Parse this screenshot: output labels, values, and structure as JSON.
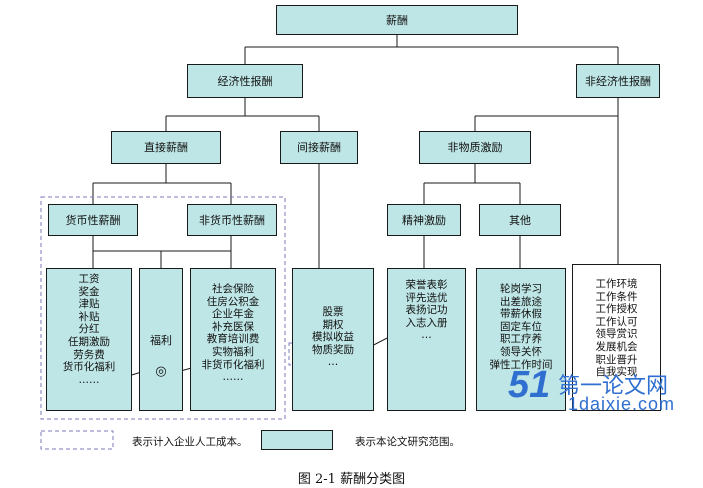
{
  "nodes": {
    "root": "薪酬",
    "economic": "经济性报酬",
    "non_economic": "非经济性报酬",
    "direct": "直接薪酬",
    "indirect": "间接薪酬",
    "non_material": "非物质激励",
    "monetary": "货币性薪酬",
    "non_monetary": "非货币性薪酬",
    "spiritual": "精神激励",
    "other": "其他"
  },
  "leaves": {
    "monetary_items": [
      "工资",
      "奖金",
      "津贴",
      "补贴",
      "分红",
      "任期激励",
      "劳务费",
      "货币化福利",
      "……"
    ],
    "welfare_label": "福利",
    "welfare_symbol": "◎",
    "non_monetary_items": [
      "社会保险",
      "住房公积金",
      "企业年金",
      "补充医保",
      "教育培训费",
      "实物福利",
      "非货币化福利",
      "……"
    ],
    "indirect_items": [
      "股票",
      "期权",
      "模拟收益",
      "物质奖励",
      "…"
    ],
    "spiritual_items": [
      "荣誉表彰",
      "评先选优",
      "表扬记功",
      "入志入册",
      "…"
    ],
    "other_items": [
      "轮岗学习",
      "出差旅途",
      "带薪休假",
      "固定车位",
      "职工疗养",
      "领导关怀",
      "弹性工作时间"
    ],
    "non_economic_items": [
      "工作环境",
      "工作条件",
      "工作授权",
      "工作认可",
      "领导赏识",
      "发展机会",
      "职业晋升",
      "自我实现"
    ]
  },
  "legend": {
    "dashed_text": "表示计入企业人工成本。",
    "solid_text": "表示本论文研究范围。"
  },
  "caption": "图 2-1  薪酬分类图",
  "watermark": {
    "cn": "第一论文网",
    "url": "1daixie.com"
  },
  "colors": {
    "box_fill": "#bfe6e6",
    "border": "#1a1a1a",
    "dashed": "#7a78b8",
    "watermark": "#2f6fd0"
  }
}
